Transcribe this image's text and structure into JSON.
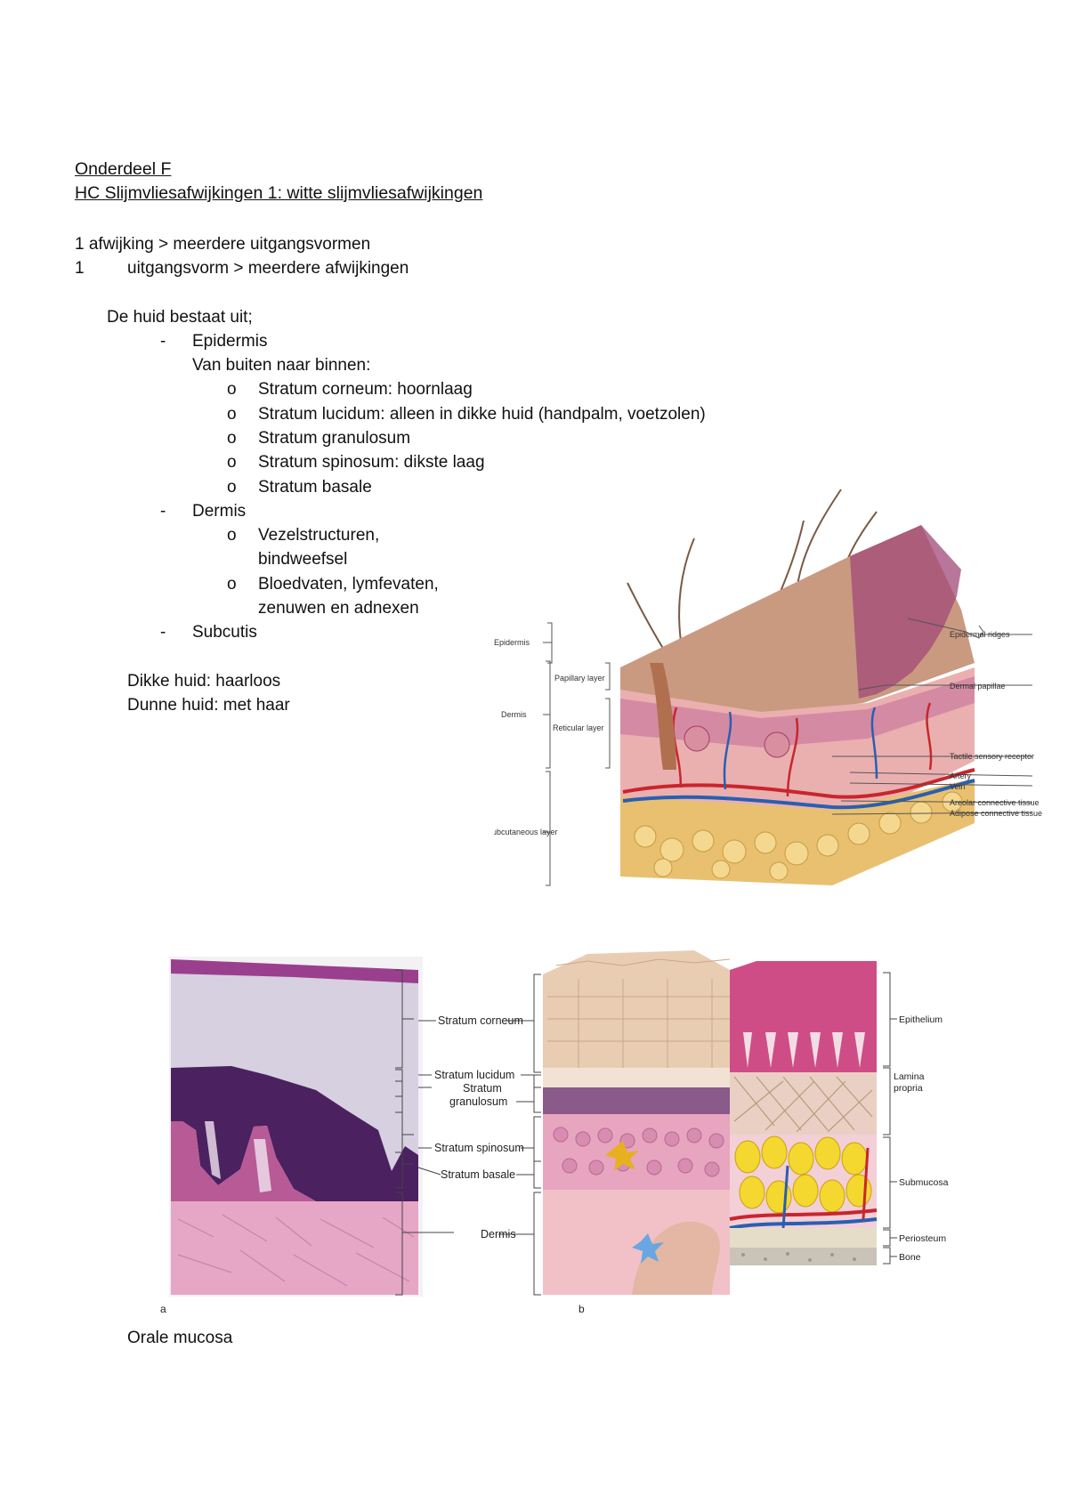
{
  "heading": {
    "line1": "Onderdeel F",
    "line2": "HC Slijmvliesafwijkingen 1: witte slijmvliesafwijkingen"
  },
  "intro": {
    "line1": "1 afwijking > meerdere uitgangsvormen",
    "line2_num": "1",
    "line2_text": "uitgangsvorm > meerdere afwijkingen"
  },
  "skin": {
    "title": "De huid bestaat uit;",
    "dash": "-",
    "bullet": "o",
    "epidermis": "Epidermis",
    "epidermis_sub": "Van buiten naar binnen:",
    "layers": [
      "Stratum corneum: hoornlaag",
      "Stratum lucidum: alleen in dikke huid (handpalm, voetzolen)",
      "Stratum granulosum",
      "Stratum spinosum: dikste laag",
      "Stratum basale"
    ],
    "dermis": "Dermis",
    "dermis_items": [
      [
        "Vezelstructuren,",
        "bindweefsel"
      ],
      [
        "Bloedvaten, lymfevaten,",
        "zenuwen en adnexen"
      ]
    ],
    "subcutis": "Subcutis",
    "thick": "Dikke huid: haarloos",
    "thin": "Dunne huid: met haar"
  },
  "figure1": {
    "left_labels": [
      "Epidermis",
      "Papillary layer",
      "Dermis",
      "Reticular layer",
      "Subcutaneous layer"
    ],
    "right_labels": [
      "Epidermal ridges",
      "Dermal papillae",
      "Tactile sensory receptor",
      "Artery",
      "Vein",
      "Areolar connective tissue",
      "Adipose connective tissue"
    ]
  },
  "figure2": {
    "panel_a": "a",
    "panel_b": "b",
    "labels": [
      "Stratum corneum",
      "Stratum lucidum",
      "Stratum",
      "granulosum",
      "Stratum spinosum",
      "Stratum basale",
      "Dermis"
    ],
    "right_labels": [
      "Epithelium",
      "Lamina",
      "propria",
      "Submucosa",
      "Periosteum",
      "Bone"
    ]
  },
  "caption": "Orale mucosa"
}
